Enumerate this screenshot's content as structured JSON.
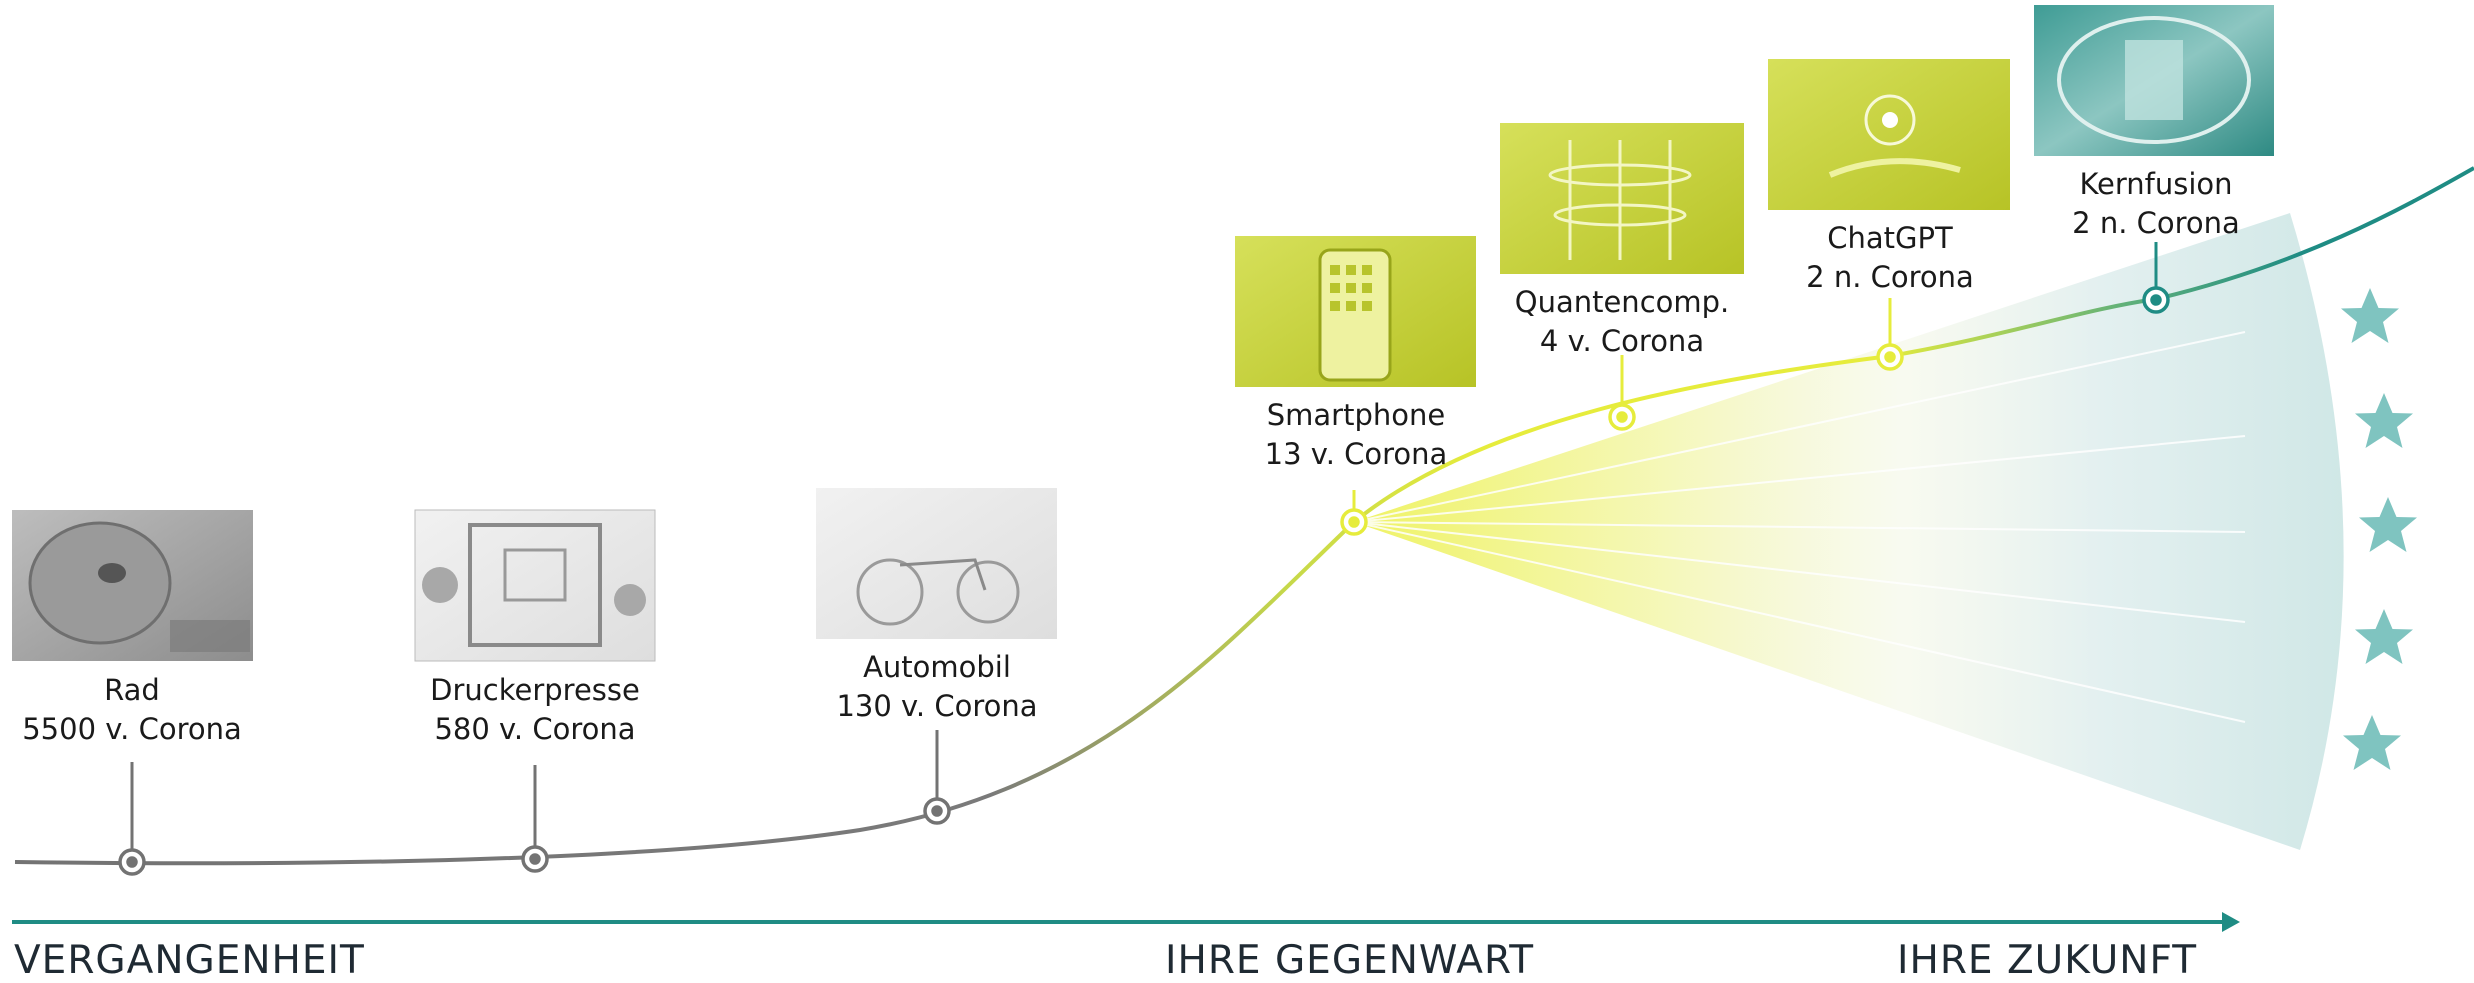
{
  "colors": {
    "past_line": "#737373",
    "present_line": "#e6ec3c",
    "future_line": "#1f8c84",
    "axis": "#1f8c84",
    "cone_teal": "#cfe7e6",
    "star": "#7fc4c0"
  },
  "milestones": [
    {
      "id": "rad",
      "name": "Rad",
      "date": "5500 v. Corona",
      "image": "millstone-wheel photo (sepia)"
    },
    {
      "id": "druckerpresse",
      "name": "Druckerpresse",
      "date": "580 v. Corona",
      "image": "printing press engraving"
    },
    {
      "id": "automobil",
      "name": "Automobil",
      "date": "130 v. Corona",
      "image": "early motorwagen photo"
    },
    {
      "id": "smartphone",
      "name": "Smartphone",
      "date": "13 v. Corona",
      "image": "hand holding smartphone"
    },
    {
      "id": "quantencomp",
      "name": "Quantencomp.",
      "date": "4 v. Corona",
      "image": "quantum computer chandelier"
    },
    {
      "id": "chatgpt",
      "name": "ChatGPT",
      "date": "2 n. Corona",
      "image": "AI hand hologram"
    },
    {
      "id": "kernfusion",
      "name": "Kernfusion",
      "date": "2 n. Corona",
      "image": "fusion reactor interior"
    }
  ],
  "axis_labels": {
    "past": "VERGANGENHEIT",
    "present": "IHRE GEGENWART",
    "future": "IHRE ZUKUNFT"
  },
  "future_stars": 5,
  "icons": {
    "star": "star-icon"
  }
}
